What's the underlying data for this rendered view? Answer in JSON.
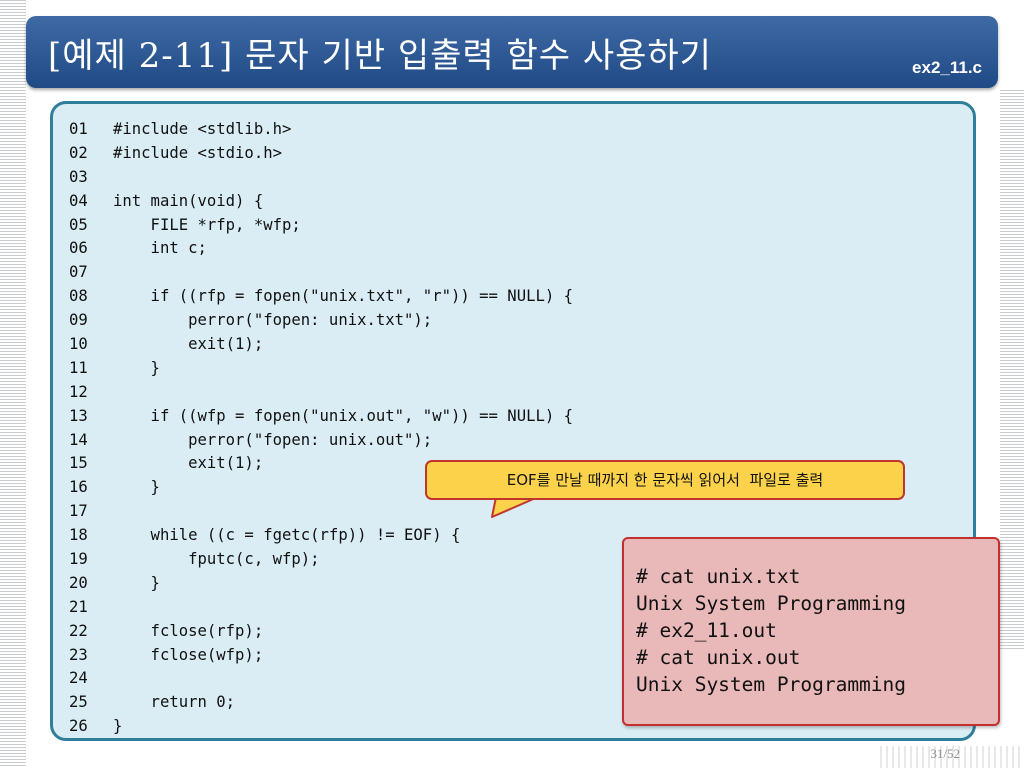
{
  "header": {
    "title": "[예제 2-11] 문자 기반 입출력 함수 사용하기",
    "file": "ex2_11.c"
  },
  "code": {
    "lines": [
      {
        "n": "01",
        "t": "#include <stdlib.h>"
      },
      {
        "n": "02",
        "t": "#include <stdio.h>"
      },
      {
        "n": "03",
        "t": ""
      },
      {
        "n": "04",
        "t": "int main(void) {"
      },
      {
        "n": "05",
        "t": "    FILE *rfp, *wfp;"
      },
      {
        "n": "06",
        "t": "    int c;"
      },
      {
        "n": "07",
        "t": ""
      },
      {
        "n": "08",
        "t": "    if ((rfp = fopen(\"unix.txt\", \"r\")) == NULL) {"
      },
      {
        "n": "09",
        "t": "        perror(\"fopen: unix.txt\");"
      },
      {
        "n": "10",
        "t": "        exit(1);"
      },
      {
        "n": "11",
        "t": "    }"
      },
      {
        "n": "12",
        "t": ""
      },
      {
        "n": "13",
        "t": "    if ((wfp = fopen(\"unix.out\", \"w\")) == NULL) {"
      },
      {
        "n": "14",
        "t": "        perror(\"fopen: unix.out\");"
      },
      {
        "n": "15",
        "t": "        exit(1);"
      },
      {
        "n": "16",
        "t": "    }"
      },
      {
        "n": "17",
        "t": ""
      },
      {
        "n": "18",
        "t": "    while ((c = fgetc(rfp)) != EOF) {"
      },
      {
        "n": "19",
        "t": "        fputc(c, wfp);"
      },
      {
        "n": "20",
        "t": "    }"
      },
      {
        "n": "21",
        "t": ""
      },
      {
        "n": "22",
        "t": "    fclose(rfp);"
      },
      {
        "n": "23",
        "t": "    fclose(wfp);"
      },
      {
        "n": "24",
        "t": ""
      },
      {
        "n": "25",
        "t": "    return 0;"
      },
      {
        "n": "26",
        "t": "}"
      }
    ]
  },
  "callout": {
    "text": "EOF를 만날 때까지 한 문자씩 읽어서  파일로 출력"
  },
  "output": {
    "lines": [
      "# cat unix.txt",
      "Unix System Programming",
      "# ex2_11.out",
      "# cat unix.out",
      "Unix System Programming"
    ]
  },
  "page": {
    "number": "31/52"
  },
  "colors": {
    "title_bar": "#2a568f",
    "code_bg": "#daedf4",
    "code_border": "#2f7f9a",
    "callout_bg": "#fbd24a",
    "callout_border": "#c0362c",
    "output_bg": "#e9b8b8",
    "output_border": "#c23030"
  }
}
